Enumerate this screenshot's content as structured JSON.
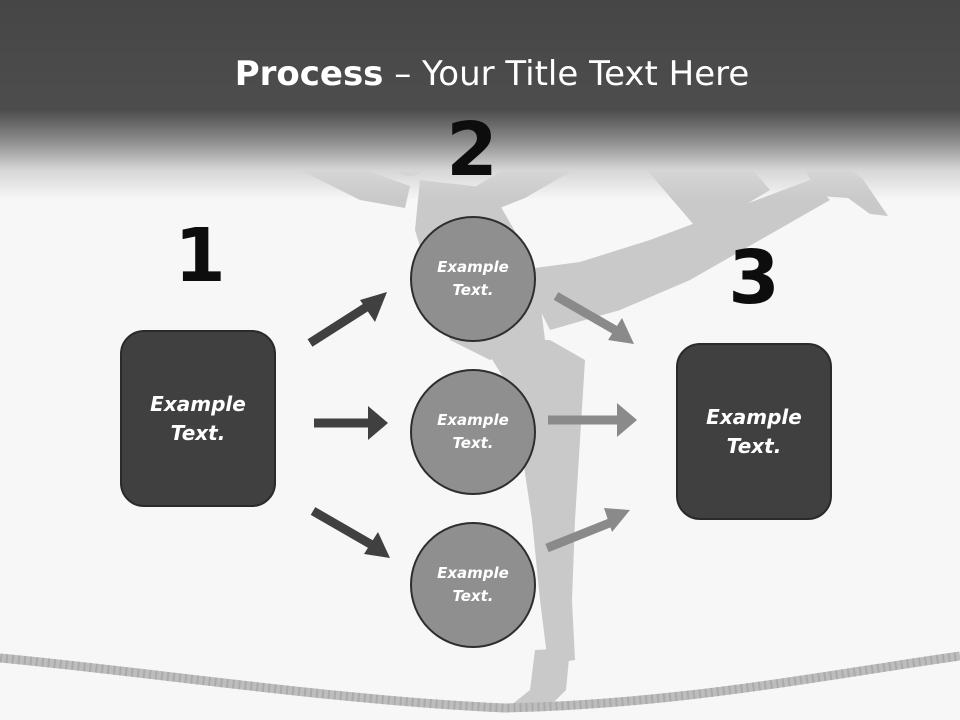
{
  "title": {
    "bold": "Process",
    "rest": " – Your Title Text Here"
  },
  "steps": {
    "one": {
      "number": "1",
      "box_text": "Example\nText."
    },
    "two": {
      "number": "2",
      "circles": [
        "Example\nText.",
        "Example\nText.",
        "Example\nText."
      ]
    },
    "three": {
      "number": "3",
      "box_text": "Example\nText."
    }
  },
  "colors": {
    "header": "#464646",
    "background": "#f7f7f7",
    "box_fill": "#404040",
    "circle_fill": "#8f8f8f",
    "arrow_dark": "#404040",
    "arrow_light": "#8a8a8a",
    "silhouette": "#c8c8c8"
  }
}
